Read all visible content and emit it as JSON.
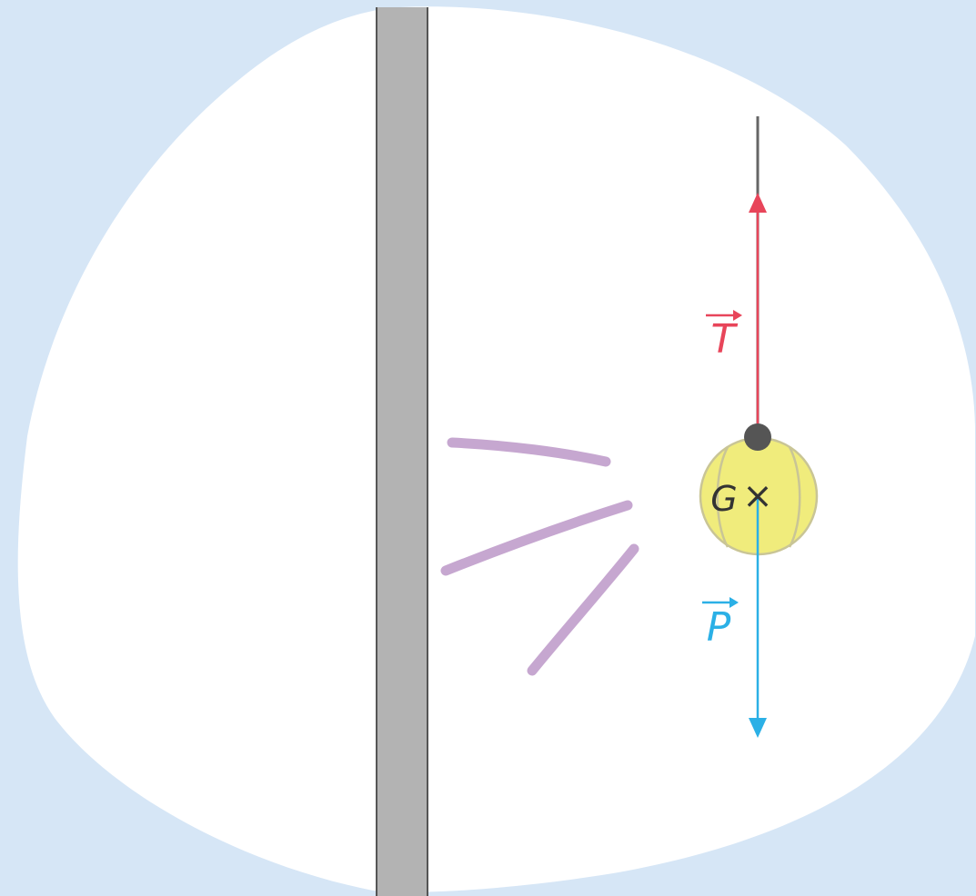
{
  "diagram": {
    "vectors": {
      "tension": {
        "symbol": "T",
        "color": "#e8455a"
      },
      "weight": {
        "symbol": "P",
        "color": "#2bb0e6"
      }
    },
    "center_of_gravity": {
      "symbol": "G",
      "mark": "×"
    },
    "colors": {
      "background": "#d6e6f6",
      "blob": "#ffffff",
      "wall": "#b3b3b3",
      "wall_edge": "#555555",
      "string": "#666666",
      "ball": "#f0ec7c",
      "ball_seams": "#c9c596",
      "attachment_point": "#555555",
      "motion_lines": "#c6a7d0"
    }
  }
}
